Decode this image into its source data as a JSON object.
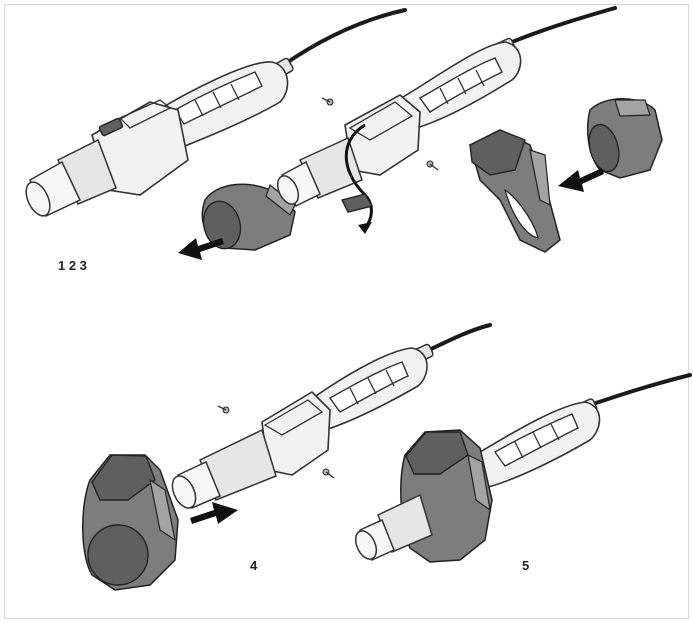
{
  "labels": {
    "step_1_2_3": "1 2 3",
    "step_4": "4",
    "step_5": "5"
  },
  "colors": {
    "cap_gray": "#7d7d7d",
    "outline": "#333333",
    "cable": "#1a1a1a"
  }
}
